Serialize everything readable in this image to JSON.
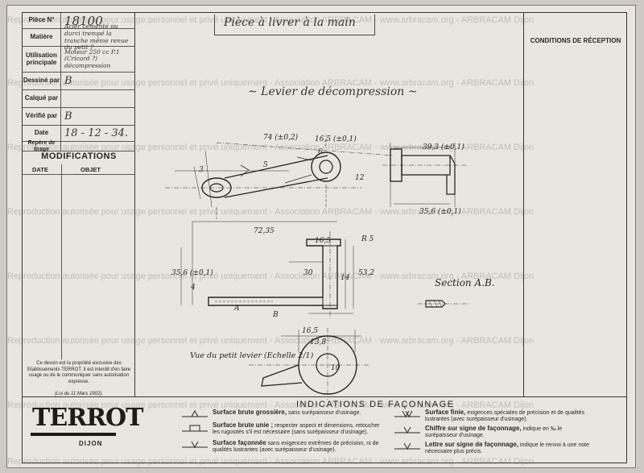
{
  "title_block": {
    "piece_no_label": "Pièce N°",
    "piece_no_value": "18100",
    "matiere_label": "Matière",
    "matiere_value": "Acier cémenté ou durci trempé la tranche même renue du petit ?",
    "utilisation_label": "Utilisation principale",
    "utilisation_value": "Moteur 250 cc P.1 (Cricard ?) décompression",
    "dessine_label": "Dessiné par",
    "dessine_value": "B",
    "calque_label": "Calqué par",
    "calque_value": "",
    "verifie_label": "Vérifié par",
    "verifie_value": "B",
    "date_label": "Date",
    "date_value": "18 - 12 - 34.",
    "repere_label": "Repère de tirage",
    "repere_value": ""
  },
  "modifications": {
    "title": "MODIFICATIONS",
    "col_date": "DATE",
    "col_objet": "OBJET"
  },
  "notice": {
    "text": "Ce dessin est la propriété exclusive des Etablissements TERROT. Il est interdit d'en faire usage ou de le communiquer sans autorisation expresse.",
    "law": "(Loi du 11 Mars 1902)."
  },
  "conditions": "CONDITIONS DE RÉCEPTION",
  "header_note": "Pièce à livrer à la main",
  "part_name": "~ Levier de décompression ~",
  "section_label": "Section A.B.",
  "view_label": "Vue du petit levier (Echelle 2/1)",
  "dimensions": [
    "74 (±0,2)",
    "16,5 (±0,1)",
    "39,3 (±0,1)",
    "12",
    "35,6 (±0,1)",
    "72,35",
    "16,5",
    "30",
    "35,6 (±0,1)",
    "53,2",
    "16,5",
    "13,8",
    "10",
    "14",
    "6",
    "5",
    "4",
    "3",
    "A",
    "B",
    "R 5"
  ],
  "logo": {
    "name": "TERROT",
    "city": "DIJON"
  },
  "indications": {
    "title": "INDICATIONS DE FAÇONNAGE",
    "items": [
      {
        "bold": "Surface brute grossière,",
        "text": " sans surépaisseur d'usinage."
      },
      {
        "bold": "Surface brute unie ;",
        "text": " respecter aspect et dimensions, retoucher les rugosités s'il est nécessaire (sans surépaisseur d'usinage)."
      },
      {
        "bold": "Surface façonnée",
        "text": " sans exigences extrêmes de précision, ni de qualités lustrantes (avec surépaisseur d'usinage)."
      },
      {
        "bold": "Surface finie,",
        "text": " exigences spéciales de précision et de qualités lustrantes (avec surépaisseur d'usinage)."
      },
      {
        "bold": "Chiffre sur signe de façonnage,",
        "text": " indique en ‰ le surépaisseur d'usinage."
      },
      {
        "bold": "Lettre sur signe de façonnage,",
        "text": " indique le renvoi à une note nécessaire plus précis."
      }
    ]
  },
  "watermark": "Reproduction autorisée pour usage personnel et privé uniquement - Association ARBRACAM - www.arbracam.org - ARBRACAM Dijon"
}
